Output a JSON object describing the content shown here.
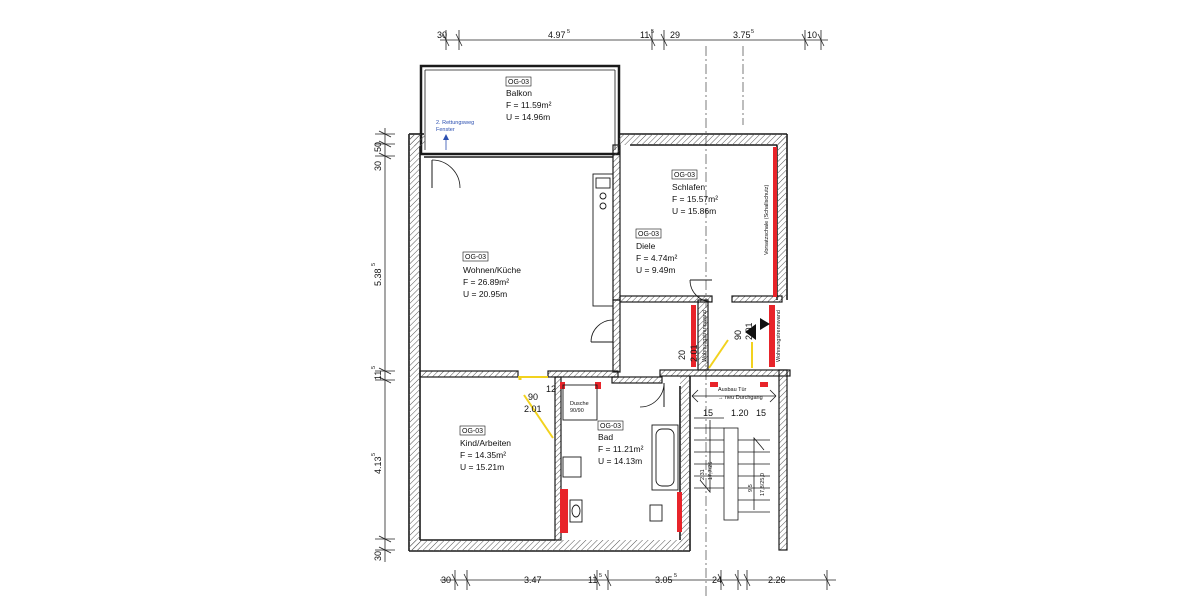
{
  "dimensions": {
    "top": [
      "30",
      "4.97",
      "5",
      "11",
      "5",
      "29",
      "3.75",
      "5",
      "10"
    ],
    "bottom": [
      "30",
      "3.47",
      "11",
      "5",
      "3.05",
      "5",
      "24",
      "2.26"
    ],
    "left": [
      "30",
      "50",
      "5.38",
      "5",
      "11",
      "5",
      "4.13",
      "5",
      "30"
    ]
  },
  "rooms": [
    {
      "id": "balkon",
      "tag": "OG-03",
      "name": "Balkon",
      "area": "F = 11.59m²",
      "perimeter": "U = 14.96m"
    },
    {
      "id": "schlafen",
      "tag": "OG-03",
      "name": "Schlafen",
      "area": "F = 15.57m²",
      "perimeter": "U = 15.86m"
    },
    {
      "id": "diele",
      "tag": "OG-03",
      "name": "Diele",
      "area": "F = 4.74m²",
      "perimeter": "U = 9.49m"
    },
    {
      "id": "wohnen",
      "tag": "OG-03",
      "name": "Wohnen/Küche",
      "area": "F = 26.89m²",
      "perimeter": "U = 20.95m"
    },
    {
      "id": "kind",
      "tag": "OG-03",
      "name": "Kind/Arbeiten",
      "area": "F = 14.35m²",
      "perimeter": "U = 15.21m"
    },
    {
      "id": "bad",
      "tag": "OG-03",
      "name": "Bad",
      "area": "F = 11.21m²",
      "perimeter": "U = 14.13m"
    }
  ],
  "annotations": {
    "rettungsweg_1": "2. Rettungsweg",
    "rettungsweg_2": "Fenster",
    "dusche_1": "Dusche",
    "dusche_2": "90/90",
    "vorsatzschale": "Vorsatzschale (Schallschutz)",
    "wohnungstrennwand_left": "Wohnungstrennwand",
    "wohnungstrennwand_right": "Wohnungstrennwand",
    "ausbau_1": "Ausbau Tür",
    "ausbau_2": "→ neu Durchgang",
    "door_kind_w": "90",
    "door_kind_h": "2.01",
    "door_diele_w": "20",
    "door_diele_h": "2.01",
    "door_neu_w": "90",
    "door_neu_h": "2.01",
    "wall_12": "12",
    "stair_15a": "15",
    "stair_120": "1.20",
    "stair_15b": "15",
    "stair_run_left_1": "2.31",
    "stair_run_left_2": "17,7/25",
    "stair_run_right_1": "9.5",
    "stair_run_right_2": "17,8/25,0"
  },
  "colors": {
    "wall": "#1a1a1a",
    "fill_red": "#e8242a",
    "door_yellow": "#f2d21e",
    "note_blue": "#2b4fb0"
  }
}
